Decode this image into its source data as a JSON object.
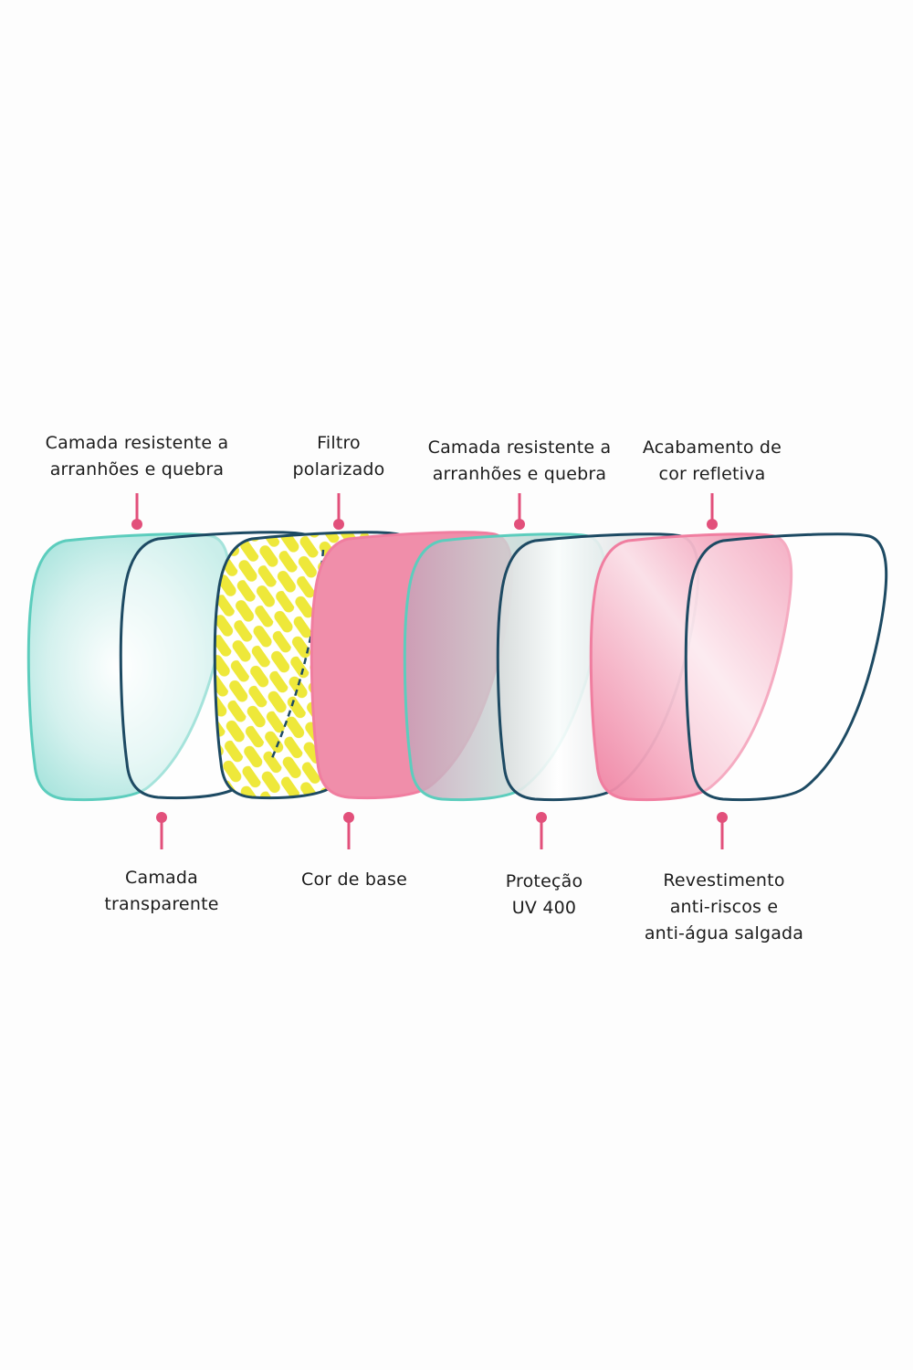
{
  "colors": {
    "background": "#fdfdfd",
    "teal": "#5ccdbd",
    "navy": "#1d4a63",
    "pink": "#f08eaa",
    "yellow": "#eee83a",
    "pointer": "#e2507b"
  },
  "layers": [
    {
      "name": "layer-teal-scratch-resistant",
      "fill": "teal-gradient",
      "outline": "teal"
    },
    {
      "name": "layer-transparent",
      "fill": "clear",
      "outline": "navy"
    },
    {
      "name": "layer-polarized-filter",
      "fill": "yellow-pattern",
      "outline": "navy"
    },
    {
      "name": "layer-base-color",
      "fill": "pink",
      "outline": "pink"
    },
    {
      "name": "layer-teal-scratch-resistant-2",
      "fill": "teal-gradient",
      "outline": "teal"
    },
    {
      "name": "layer-uv400",
      "fill": "silver-gradient",
      "outline": "navy"
    },
    {
      "name": "layer-reflective-color",
      "fill": "pink-gradient",
      "outline": "pink"
    },
    {
      "name": "layer-anti-scratch-salt-water",
      "fill": "clear",
      "outline": "navy"
    }
  ],
  "labels": {
    "top_1": "Camada resistente a\narranhões e quebra",
    "top_2": "Filtro\npolarizado",
    "top_3": "Camada resistente a\narranhões e quebra",
    "top_4": "Acabamento de\ncor refletiva",
    "bottom_1": "Camada\ntransparente",
    "bottom_2": "Cor de base",
    "bottom_3": "Proteção\nUV 400",
    "bottom_4": "Revestimento\nanti-riscos e\nanti-água salgada"
  }
}
